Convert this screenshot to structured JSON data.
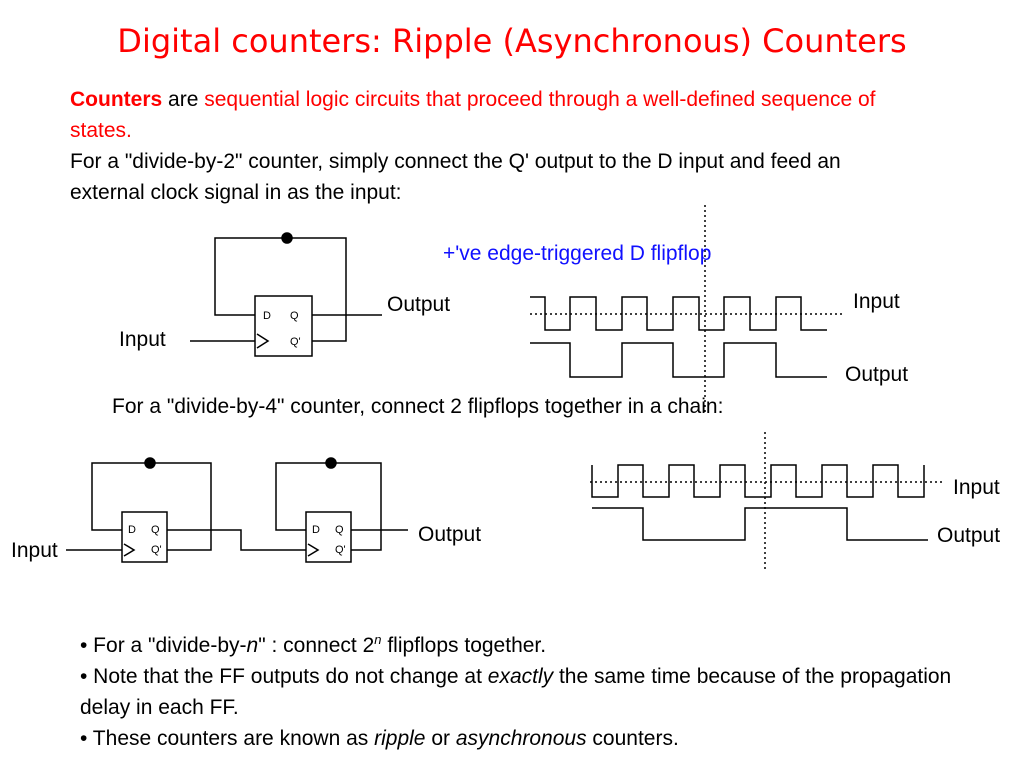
{
  "title": "Digital counters: Ripple (Asynchronous) Counters",
  "intro": {
    "term": "Counters",
    "are": " are ",
    "definition": "sequential logic circuits that proceed through a well-defined sequence of states.",
    "line3": "For a \"divide-by-2\" counter, simply connect the Q' output to the D input and feed an external clock signal in as the input:"
  },
  "diagram1": {
    "caption": "+'ve edge-triggered D flipflop",
    "output_label": "Output",
    "input_label": "Input",
    "wave_input_label": "Input",
    "wave_output_label": "Output",
    "ff_d": "D",
    "ff_q": "Q",
    "ff_qbar": "Q'"
  },
  "divide4_text": "For a \"divide-by-4\" counter, connect 2 flipflops together in a chain:",
  "diagram2": {
    "output_label": "Output",
    "input_label": "Input",
    "wave_input_label": "Input",
    "wave_output_label": "Output"
  },
  "bullets": {
    "b1_pre": "• For a \"divide-by-",
    "b1_n": "n",
    "b1_mid": "\" : connect 2",
    "b1_sup": "n",
    "b1_post": " flipflops together.",
    "b2_pre": "• Note that the FF outputs do not change at ",
    "b2_em": "exactly",
    "b2_post": " the same time because of the propagation delay in each FF.",
    "b3_pre": "• These counters are known as ",
    "b3_em1": "ripple",
    "b3_mid": " or ",
    "b3_em2": "asynchronous",
    "b3_post": " counters."
  }
}
